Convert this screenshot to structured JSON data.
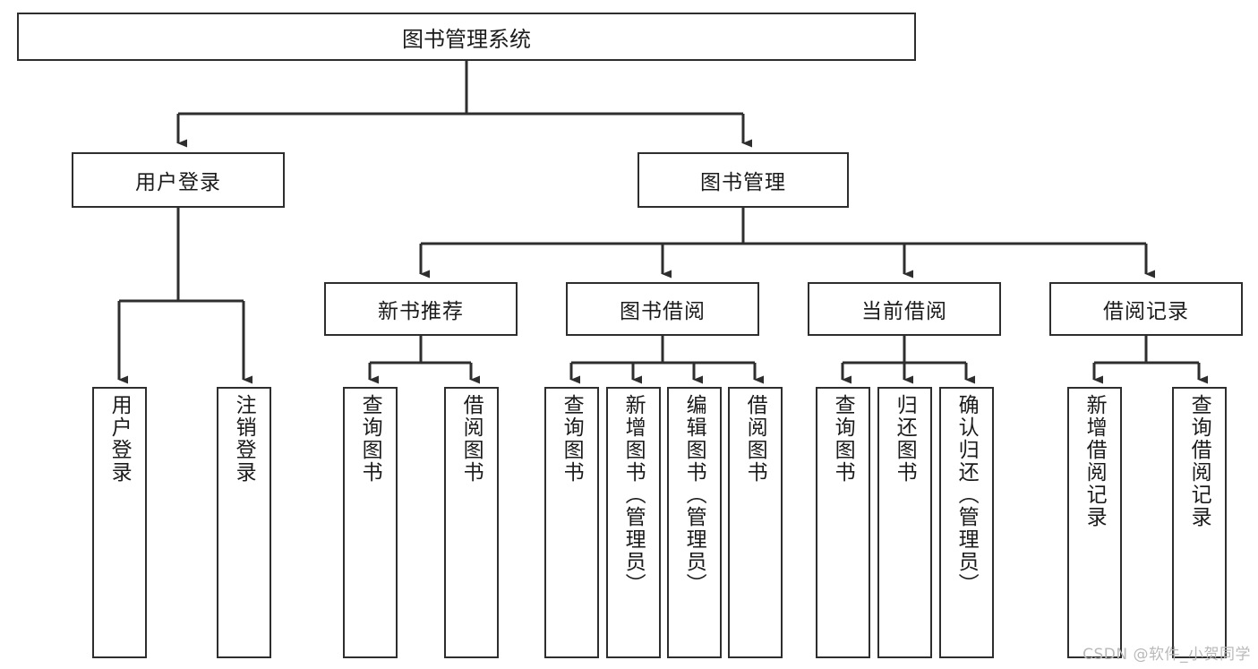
{
  "diagram": {
    "title": "图书管理系统",
    "type": "hierarchy-tree",
    "root": {
      "id": "root",
      "label": "图书管理系统"
    },
    "level2": [
      {
        "id": "user-login",
        "label": "用户登录"
      },
      {
        "id": "book-manage",
        "label": "图书管理"
      }
    ],
    "level3": [
      {
        "id": "new-book-rec",
        "label": "新书推荐"
      },
      {
        "id": "book-borrow",
        "label": "图书借阅"
      },
      {
        "id": "current-borrow",
        "label": "当前借阅"
      },
      {
        "id": "borrow-record",
        "label": "借阅记录"
      }
    ],
    "leaves": {
      "user_login": [
        {
          "id": "leaf-user-login",
          "label": "用户登录"
        },
        {
          "id": "leaf-logout",
          "label": "注销登录"
        }
      ],
      "new_book_rec": [
        {
          "id": "leaf-query-book-1",
          "label": "查询图书"
        },
        {
          "id": "leaf-borrow-book-1",
          "label": "借阅图书"
        }
      ],
      "book_borrow": [
        {
          "id": "leaf-query-book-2",
          "label": "查询图书"
        },
        {
          "id": "leaf-add-book",
          "label": "新增图书（管理员）"
        },
        {
          "id": "leaf-edit-book",
          "label": "编辑图书（管理员）"
        },
        {
          "id": "leaf-borrow-book-2",
          "label": "借阅图书"
        }
      ],
      "current_borrow": [
        {
          "id": "leaf-query-book-3",
          "label": "查询图书"
        },
        {
          "id": "leaf-return-book",
          "label": "归还图书"
        },
        {
          "id": "leaf-confirm-return",
          "label": "确认归还（管理员）"
        }
      ],
      "borrow_record": [
        {
          "id": "leaf-add-record",
          "label": "新增借阅记录"
        },
        {
          "id": "leaf-query-record",
          "label": "查询借阅记录"
        }
      ]
    }
  },
  "watermark": {
    "text": "CSDN @软件_小贺同学"
  },
  "colors": {
    "stroke": "#2e2e2e",
    "background": "#ffffff",
    "text": "#1b1b1b",
    "watermark": "#b9b9b9"
  }
}
